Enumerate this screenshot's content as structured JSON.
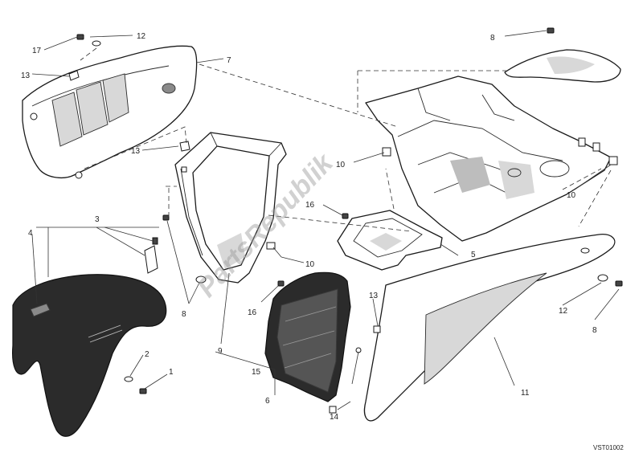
{
  "watermark": "PartsRepublik",
  "drawing_code": "VST01002",
  "callouts": {
    "c1": "1",
    "c2": "2",
    "c3": "3",
    "c4": "4",
    "c5": "5",
    "c6": "6",
    "c7": "7",
    "c8a": "8",
    "c8b": "8",
    "c8c": "8",
    "c9": "9",
    "c10a": "10",
    "c10b": "10",
    "c10c": "10",
    "c11": "11",
    "c12a": "12",
    "c12b": "12",
    "c13a": "13",
    "c13b": "13",
    "c13c": "13",
    "c14": "14",
    "c15": "15",
    "c16a": "16",
    "c16b": "16",
    "c17": "17"
  }
}
